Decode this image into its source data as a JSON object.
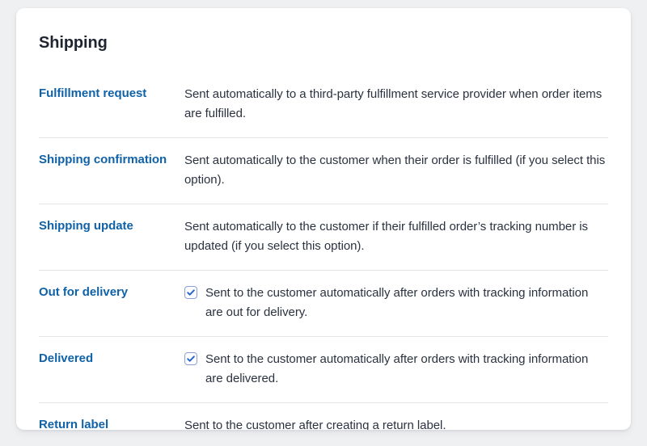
{
  "card": {
    "title": "Shipping"
  },
  "colors": {
    "page_background": "#eff0f2",
    "card_background": "#ffffff",
    "link_blue": "#1062a8",
    "title_text": "#1f2430",
    "body_text": "#2b3240",
    "divider": "#e3e5e9",
    "checkbox_border": "#8d9ed4",
    "checkbox_check": "#2563c9"
  },
  "rows": [
    {
      "label": "Fulfillment request",
      "description": "Sent automatically to a third-party fulfillment service provider when order items are fulfilled.",
      "has_checkbox": false,
      "checked": false
    },
    {
      "label": "Shipping confirmation",
      "description": "Sent automatically to the customer when their order is fulfilled (if you select this option).",
      "has_checkbox": false,
      "checked": false
    },
    {
      "label": "Shipping update",
      "description": "Sent automatically to the customer if their fulfilled order’s tracking number is updated (if you select this option).",
      "has_checkbox": false,
      "checked": false
    },
    {
      "label": "Out for delivery",
      "description": "Sent to the customer automatically after orders with tracking information are out for delivery.",
      "has_checkbox": true,
      "checked": true,
      "checkbox_icon": "checkmark-icon"
    },
    {
      "label": "Delivered",
      "description": "Sent to the customer automatically after orders with tracking information are delivered.",
      "has_checkbox": true,
      "checked": true,
      "checkbox_icon": "checkmark-icon"
    },
    {
      "label": "Return label instructions",
      "description": "Sent to the customer after creating a return label.",
      "has_checkbox": false,
      "checked": false
    }
  ]
}
